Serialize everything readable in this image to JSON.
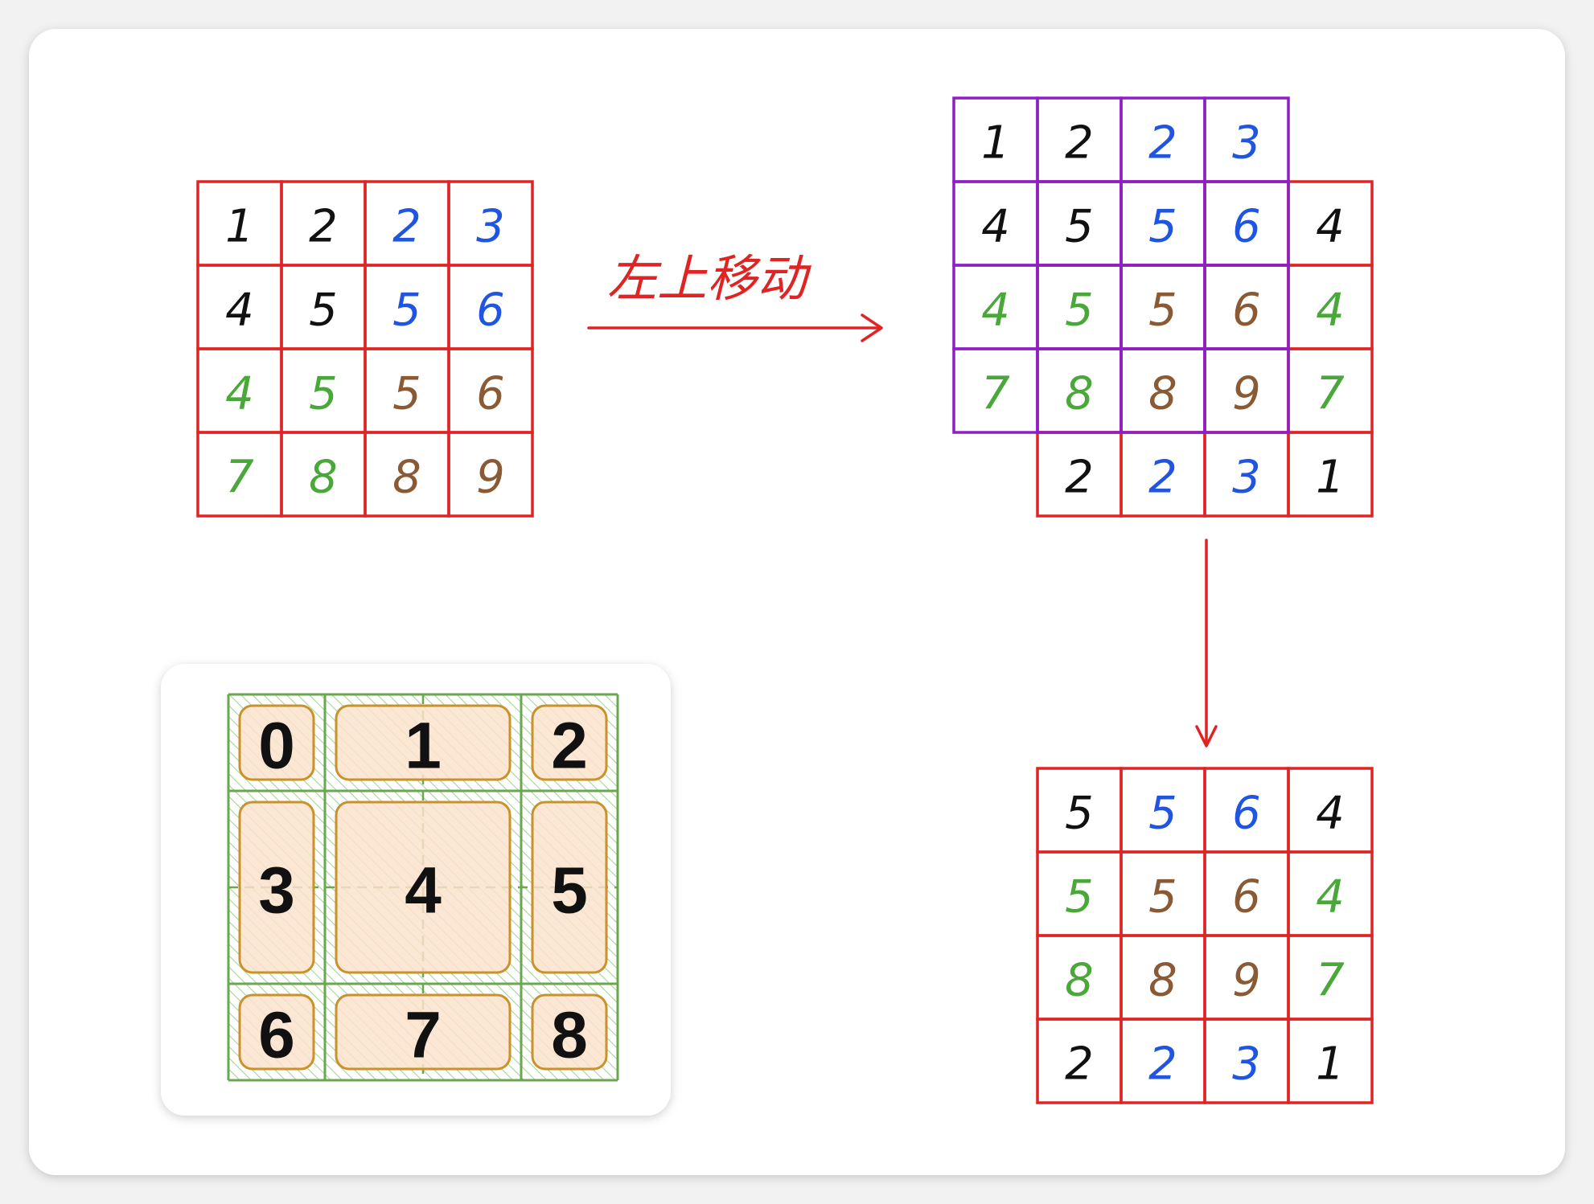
{
  "colors": {
    "black": "#111111",
    "blue": "#1f55e0",
    "green": "#4aa83a",
    "brown": "#8a5a34",
    "red_grid": "#e02424",
    "purple_grid": "#8e1fc6",
    "arrow": "#e02424",
    "key_grid": "#6aa84f",
    "key_box": "#c9922a",
    "key_fill": "#fbe2cc"
  },
  "caption": "左上移动",
  "source_grid": [
    [
      {
        "v": "1",
        "c": "black"
      },
      {
        "v": "2",
        "c": "black"
      },
      {
        "v": "2",
        "c": "blue"
      },
      {
        "v": "3",
        "c": "blue"
      }
    ],
    [
      {
        "v": "4",
        "c": "black"
      },
      {
        "v": "5",
        "c": "black"
      },
      {
        "v": "5",
        "c": "blue"
      },
      {
        "v": "6",
        "c": "blue"
      }
    ],
    [
      {
        "v": "4",
        "c": "green"
      },
      {
        "v": "5",
        "c": "green"
      },
      {
        "v": "5",
        "c": "brown"
      },
      {
        "v": "6",
        "c": "brown"
      }
    ],
    [
      {
        "v": "7",
        "c": "green"
      },
      {
        "v": "8",
        "c": "green"
      },
      {
        "v": "8",
        "c": "brown"
      },
      {
        "v": "9",
        "c": "brown"
      }
    ]
  ],
  "shifted_purple_grid": [
    [
      {
        "v": "1",
        "c": "black"
      },
      {
        "v": "2",
        "c": "black"
      },
      {
        "v": "2",
        "c": "blue"
      },
      {
        "v": "3",
        "c": "blue"
      }
    ],
    [
      {
        "v": "4",
        "c": "black"
      },
      {
        "v": "5",
        "c": "black"
      },
      {
        "v": "5",
        "c": "blue"
      },
      {
        "v": "6",
        "c": "blue"
      }
    ],
    [
      {
        "v": "4",
        "c": "green"
      },
      {
        "v": "5",
        "c": "green"
      },
      {
        "v": "5",
        "c": "brown"
      },
      {
        "v": "6",
        "c": "brown"
      }
    ],
    [
      {
        "v": "7",
        "c": "green"
      },
      {
        "v": "8",
        "c": "green"
      },
      {
        "v": "8",
        "c": "brown"
      },
      {
        "v": "9",
        "c": "brown"
      }
    ]
  ],
  "shifted_right_column": [
    {
      "v": "4",
      "c": "black"
    },
    {
      "v": "4",
      "c": "green"
    },
    {
      "v": "7",
      "c": "green"
    }
  ],
  "shifted_bottom_row": [
    {
      "v": "2",
      "c": "black"
    },
    {
      "v": "2",
      "c": "blue"
    },
    {
      "v": "3",
      "c": "blue"
    },
    {
      "v": "1",
      "c": "black"
    }
  ],
  "result_grid": [
    [
      {
        "v": "5",
        "c": "black"
      },
      {
        "v": "5",
        "c": "blue"
      },
      {
        "v": "6",
        "c": "blue"
      },
      {
        "v": "4",
        "c": "black"
      }
    ],
    [
      {
        "v": "5",
        "c": "green"
      },
      {
        "v": "5",
        "c": "brown"
      },
      {
        "v": "6",
        "c": "brown"
      },
      {
        "v": "4",
        "c": "green"
      }
    ],
    [
      {
        "v": "8",
        "c": "green"
      },
      {
        "v": "8",
        "c": "brown"
      },
      {
        "v": "9",
        "c": "brown"
      },
      {
        "v": "7",
        "c": "green"
      }
    ],
    [
      {
        "v": "2",
        "c": "black"
      },
      {
        "v": "2",
        "c": "blue"
      },
      {
        "v": "3",
        "c": "blue"
      },
      {
        "v": "1",
        "c": "black"
      }
    ]
  ],
  "region_key": [
    "0",
    "1",
    "2",
    "3",
    "4",
    "5",
    "6",
    "7",
    "8"
  ]
}
